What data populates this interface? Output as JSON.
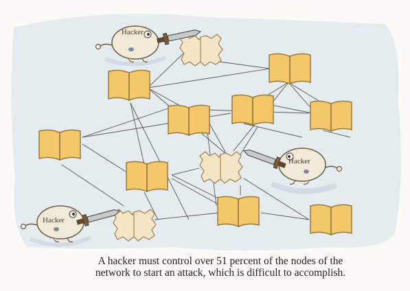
{
  "hackers": [
    {
      "label": "Hacker"
    },
    {
      "label": "Hacker"
    },
    {
      "label": "Hacker"
    }
  ],
  "caption": {
    "line1": "A hacker must control over 51 percent of the nodes of the",
    "line2": "network to start an attack, which is difficult to accomplish."
  },
  "colors": {
    "book_fill": "#f3c76a",
    "book_stroke": "#9a7a3a",
    "torn_fill": "#f5e4c6",
    "blob_fill": "#dde7ee",
    "line": "#555555",
    "hacker_body": "#f1ead9"
  }
}
